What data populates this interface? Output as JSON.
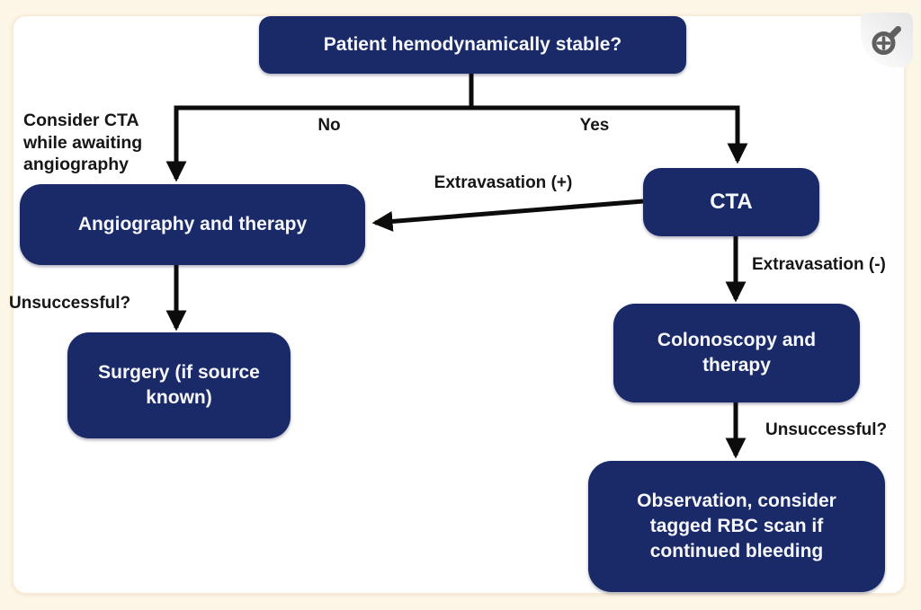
{
  "page": {
    "background_color": "#fcf6e6",
    "panel_background": "#ffffff"
  },
  "colors": {
    "node_fill": "#1a2967",
    "node_text": "#f6f8fd",
    "connector": "#0c0c0c",
    "label_text": "#161616"
  },
  "controls": {
    "zoom_button": {
      "icon": "zoom-in-icon",
      "icon_color": "#5f5f5f"
    }
  },
  "flowchart": {
    "nodes": [
      {
        "id": "start",
        "label": "Patient hemodynamically stable?"
      },
      {
        "id": "angiography",
        "label": "Angiography and therapy"
      },
      {
        "id": "cta",
        "label": "CTA"
      },
      {
        "id": "surgery",
        "label": "Surgery (if source\nknown)"
      },
      {
        "id": "colonoscopy",
        "label": "Colonoscopy and\ntherapy"
      },
      {
        "id": "observation",
        "label": "Observation, consider\ntagged RBC scan if\ncontinued bleeding"
      }
    ],
    "edge_labels": [
      {
        "id": "no",
        "text": "No"
      },
      {
        "id": "yes",
        "text": "Yes"
      },
      {
        "id": "extravasation-positive",
        "text": "Extravasation (+)"
      },
      {
        "id": "extravasation-negative",
        "text": "Extravasation (-)"
      },
      {
        "id": "unsuccessful-left",
        "text": "Unsuccessful?"
      },
      {
        "id": "unsuccessful-right",
        "text": "Unsuccessful?"
      }
    ],
    "annotations": [
      {
        "id": "cta-note",
        "text": "Consider CTA\nwhile awaiting\nangiography"
      }
    ]
  }
}
